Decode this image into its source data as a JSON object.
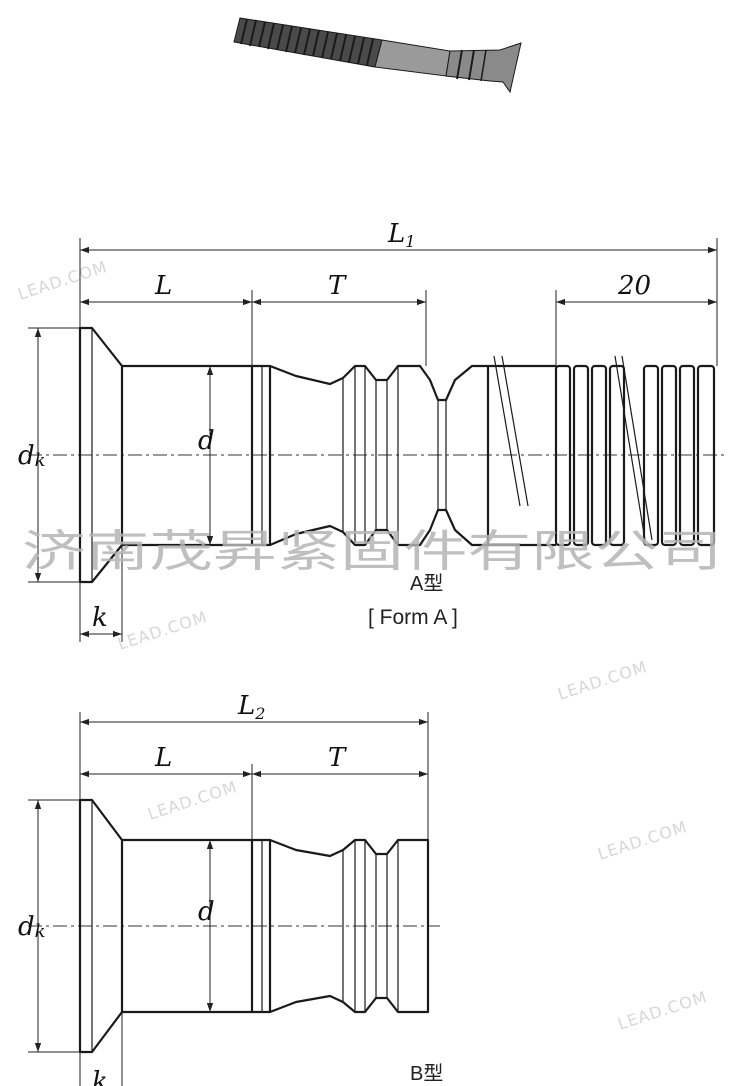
{
  "form_a": {
    "caption_cn": "A型",
    "caption_en": "[ Form A ]",
    "dims": {
      "l1": "L",
      "l1_sub": "1",
      "l": "L",
      "t": "T",
      "twenty": "20",
      "d": "d",
      "dk": "d",
      "dk_sub": "k",
      "k": "k"
    }
  },
  "form_b": {
    "caption_cn": "B型",
    "dims": {
      "l2": "L",
      "l2_sub": "2",
      "l": "L",
      "t": "T",
      "d": "d",
      "dk": "d",
      "dk_sub": "k",
      "k": "k"
    }
  },
  "watermark": {
    "company": "济南茂昇紧固件有限公司",
    "site": "LEAD.COM"
  },
  "colors": {
    "line": "#1a1a1a",
    "thread_fill": "#4a4a4a",
    "shank_fill": "#9a9a9a",
    "watermark": "#c8c8c8"
  }
}
